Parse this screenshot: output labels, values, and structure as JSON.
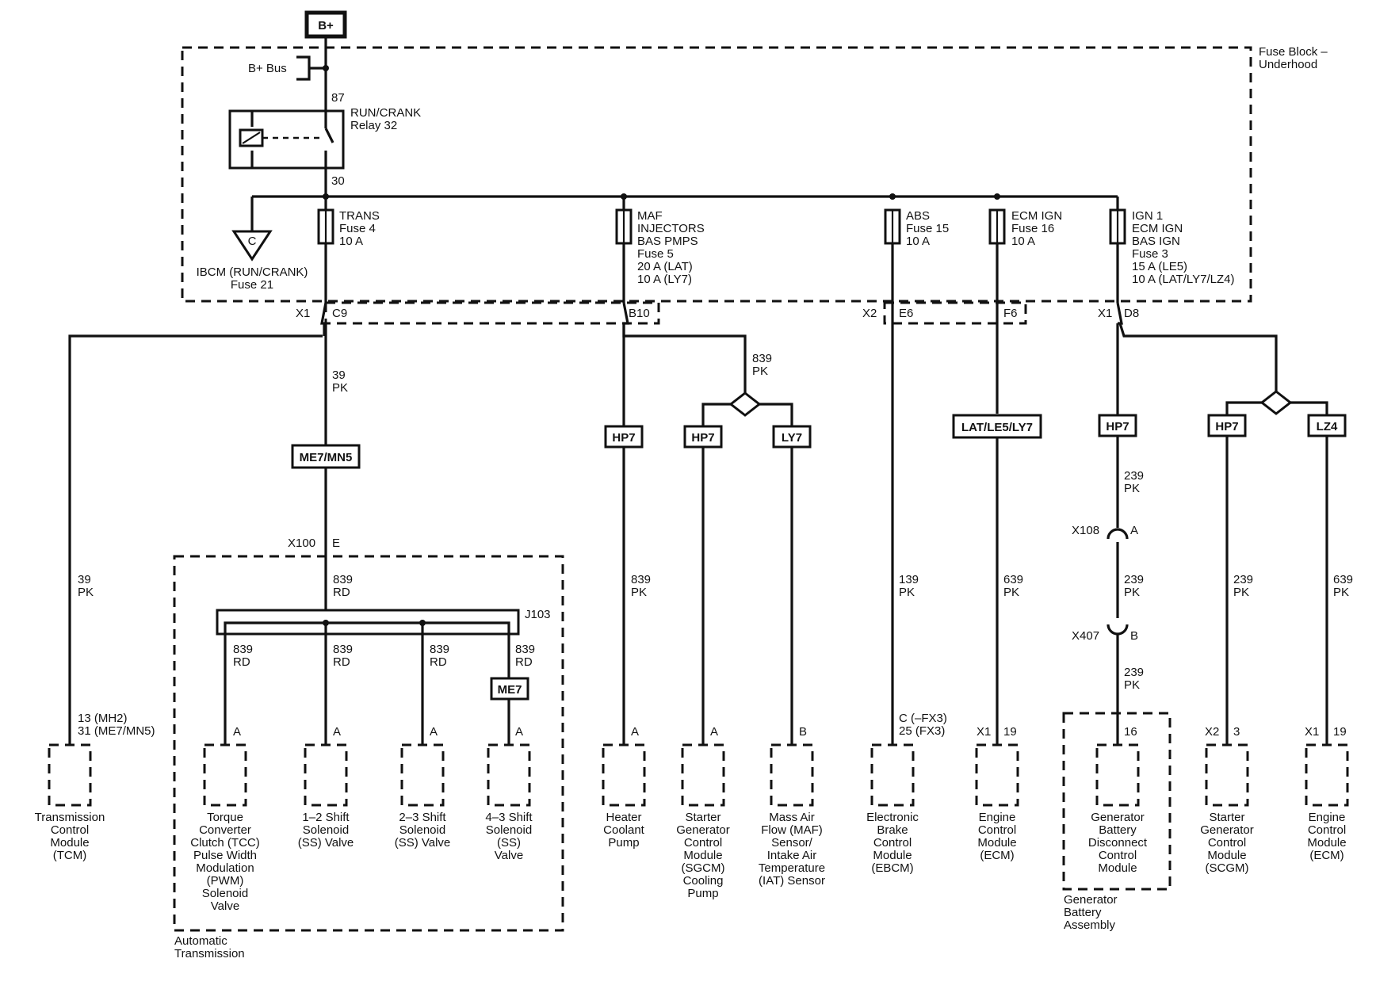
{
  "source": {
    "label": "B+"
  },
  "fuse_block": {
    "title": [
      "Fuse Block –",
      "Underhood"
    ],
    "bus": "B+ Bus"
  },
  "relay": {
    "pin_in": "87",
    "pin_out": "30",
    "name": [
      "RUN/CRANK",
      "Relay 32"
    ]
  },
  "splice_c": {
    "letter": "C",
    "label": [
      "IBCM (RUN/CRANK)",
      "Fuse 21"
    ]
  },
  "fuses": [
    {
      "id": "trans",
      "lines": [
        "TRANS",
        "Fuse 4",
        "10 A"
      ]
    },
    {
      "id": "maf",
      "lines": [
        "MAF",
        "INJECTORS",
        "BAS PMPS",
        "Fuse 5",
        "20 A (LAT)",
        "10 A (LY7)"
      ]
    },
    {
      "id": "abs",
      "lines": [
        "ABS",
        "Fuse 15",
        "10 A"
      ]
    },
    {
      "id": "ecm_ign",
      "lines": [
        "ECM IGN",
        "Fuse 16",
        "10 A"
      ]
    },
    {
      "id": "ign1",
      "lines": [
        "IGN 1",
        "ECM IGN",
        "BAS IGN",
        "Fuse 3",
        "15 A (LE5)",
        "10 A (LAT/LY7/LZ4)"
      ]
    }
  ],
  "connectors": {
    "x1_left": "X1",
    "c9": "C9",
    "b10": "B10",
    "x2": "X2",
    "e6": "E6",
    "f6": "F6",
    "x1_right": "X1",
    "d8": "D8",
    "x100": "X100",
    "x100_pin": "E",
    "j103": "J103",
    "x108": "X108",
    "x108_pin": "A",
    "x407": "X407",
    "x407_pin": "B"
  },
  "options": {
    "me7mn5": "ME7/MN5",
    "hp7_a": "HP7",
    "hp7_b": "HP7",
    "ly7": "LY7",
    "lat": "LAT/LE5/LY7",
    "hp7_c": "HP7",
    "hp7_d": "HP7",
    "lz4": "LZ4",
    "me7": "ME7"
  },
  "wires": {
    "w39_trans": [
      "39",
      "PK"
    ],
    "w39_tcm": [
      "39",
      "PK"
    ],
    "w839_maf_split": [
      "839",
      "PK"
    ],
    "w839_x100": [
      "839",
      "RD"
    ],
    "w839_tcc": [
      "839",
      "RD"
    ],
    "w839_12": [
      "839",
      "RD"
    ],
    "w839_23": [
      "839",
      "RD"
    ],
    "w839_43": [
      "839",
      "RD"
    ],
    "w839_heater": [
      "839",
      "PK"
    ],
    "w139": [
      "139",
      "PK"
    ],
    "w639_ecm": [
      "639",
      "PK"
    ],
    "w239_a": [
      "239",
      "PK"
    ],
    "w239_b": [
      "239",
      "PK"
    ],
    "w239_c": [
      "239",
      "PK"
    ],
    "w239_scgm": [
      "239",
      "PK"
    ],
    "w639_lz4": [
      "639",
      "PK"
    ]
  },
  "pins": {
    "tcm": [
      "13 (MH2)",
      "31 (ME7/MN5)"
    ],
    "tcc": "A",
    "ss12": "A",
    "ss23": "A",
    "ss43": "A",
    "heater": "A",
    "sgcm": "A",
    "maf": "B",
    "ebcm": [
      "C (–FX3)",
      "25 (FX3)"
    ],
    "ecm_conn": "X1",
    "ecm_pin": "19",
    "gen_pin": "16",
    "scgm_conn": "X2",
    "scgm_pin": "3",
    "ecm2_conn": "X1",
    "ecm2_pin": "19"
  },
  "components": {
    "tcm": [
      "Transmission",
      "Control",
      "Module",
      "(TCM)"
    ],
    "tcc": [
      "Torque",
      "Converter",
      "Clutch (TCC)",
      "Pulse Width",
      "Modulation",
      "(PWM)",
      "Solenoid",
      "Valve"
    ],
    "ss12": [
      "1–2 Shift",
      "Solenoid",
      "(SS) Valve"
    ],
    "ss23": [
      "2–3 Shift",
      "Solenoid",
      "(SS) Valve"
    ],
    "ss43": [
      "4–3 Shift",
      "Solenoid",
      "(SS)",
      "Valve"
    ],
    "heater": [
      "Heater",
      "Coolant",
      "Pump"
    ],
    "sgcm": [
      "Starter",
      "Generator",
      "Control",
      "Module",
      "(SGCM)",
      "Cooling",
      "Pump"
    ],
    "maf": [
      "Mass Air",
      "Flow (MAF)",
      "Sensor/",
      "Intake Air",
      "Temperature",
      "(IAT) Sensor"
    ],
    "ebcm": [
      "Electronic",
      "Brake",
      "Control",
      "Module",
      "(EBCM)"
    ],
    "ecm": [
      "Engine",
      "Control",
      "Module",
      "(ECM)"
    ],
    "gen": [
      "Generator",
      "Battery",
      "Disconnect",
      "Control",
      "Module"
    ],
    "scgm": [
      "Starter",
      "Generator",
      "Control",
      "Module",
      "(SCGM)"
    ],
    "ecm2": [
      "Engine",
      "Control",
      "Module",
      "(ECM)"
    ]
  },
  "assemblies": {
    "auto_trans": [
      "Automatic",
      "Transmission"
    ],
    "gen_battery": [
      "Generator",
      "Battery",
      "Assembly"
    ]
  }
}
